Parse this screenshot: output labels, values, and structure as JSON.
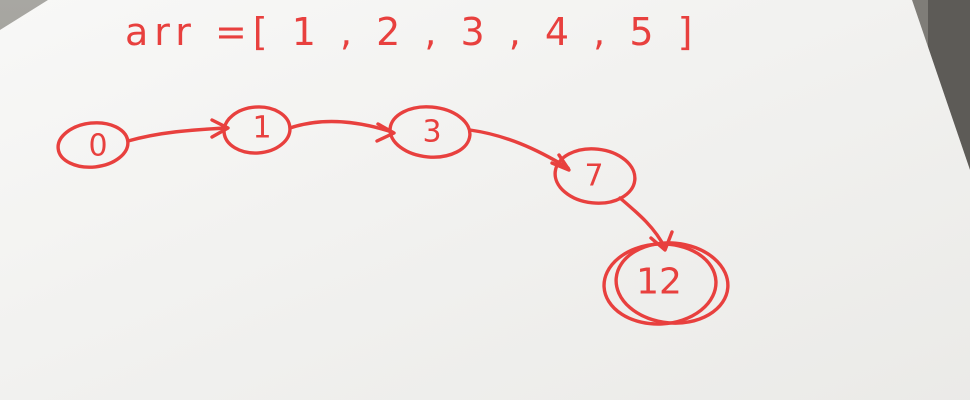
{
  "array_label": "arr =[ 1 , 2 , 3 , 4 , 5 ]",
  "ink_color": "#e8403e",
  "paper_color": "#f4f4f2",
  "nodes": [
    {
      "id": "n0",
      "label": "0"
    },
    {
      "id": "n1",
      "label": "1"
    },
    {
      "id": "n3",
      "label": "3"
    },
    {
      "id": "n7",
      "label": "7"
    },
    {
      "id": "n12",
      "label": "12",
      "double_circle": true
    }
  ],
  "edges": [
    {
      "from": "0",
      "to": "1"
    },
    {
      "from": "1",
      "to": "3"
    },
    {
      "from": "3",
      "to": "7"
    },
    {
      "from": "7",
      "to": "12"
    }
  ]
}
